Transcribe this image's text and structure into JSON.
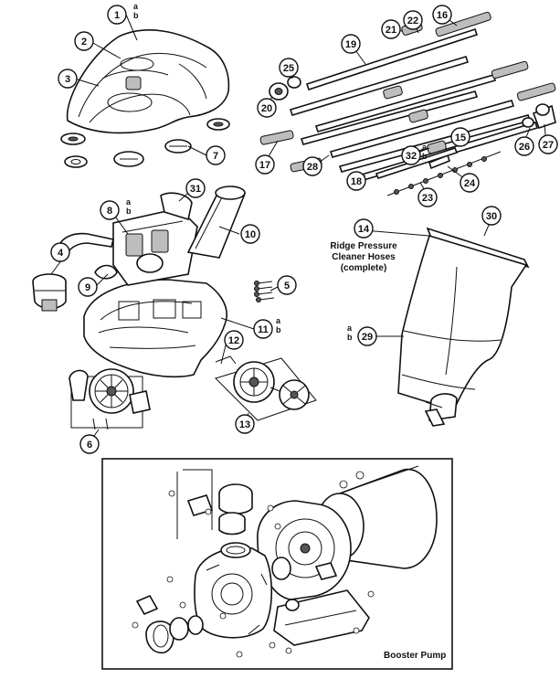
{
  "diagram": {
    "title": "Ridge Pressure Cleaner Exploded Parts Diagram",
    "callouts": {
      "c1": "1",
      "c2": "2",
      "c3": "3",
      "c4": "4",
      "c5": "5",
      "c6": "6",
      "c7": "7",
      "c8": "8",
      "c9": "9",
      "c10": "10",
      "c11": "11",
      "c12": "12",
      "c13": "13",
      "c14": "14",
      "c15": "15",
      "c16": "16",
      "c17": "17",
      "c18": "18",
      "c19": "19",
      "c20": "20",
      "c21": "21",
      "c22": "22",
      "c23": "23",
      "c24": "24",
      "c25": "25",
      "c26": "26",
      "c27": "27",
      "c28": "28",
      "c29": "29",
      "c30": "30",
      "c31": "31",
      "c32": "32"
    },
    "sub_labels": {
      "a": "a",
      "b": "b"
    },
    "hoses_label": [
      "Ridge Pressure",
      "Cleaner Hoses",
      "(complete)"
    ],
    "booster_pump_label": "Booster Pump"
  }
}
